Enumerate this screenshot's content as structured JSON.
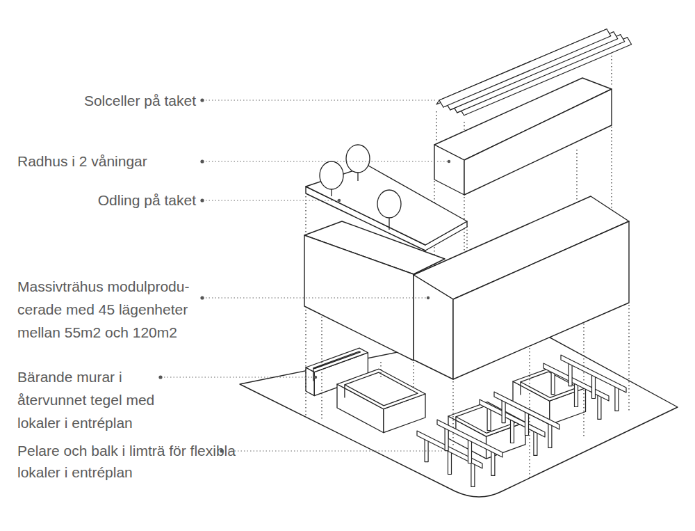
{
  "diagram": {
    "labels": [
      "Solceller på taket",
      "Radhus i 2 våningar",
      "Odling på taket",
      "Massivträhus modulprodu- cerade med 45 lägenheter mellan 55m2 och 120m2",
      "Bärande murar i återvunnet tegel med lokaler i entréplan",
      "Pelare och balk i limträ för flexibla lokaler i entréplan"
    ]
  }
}
